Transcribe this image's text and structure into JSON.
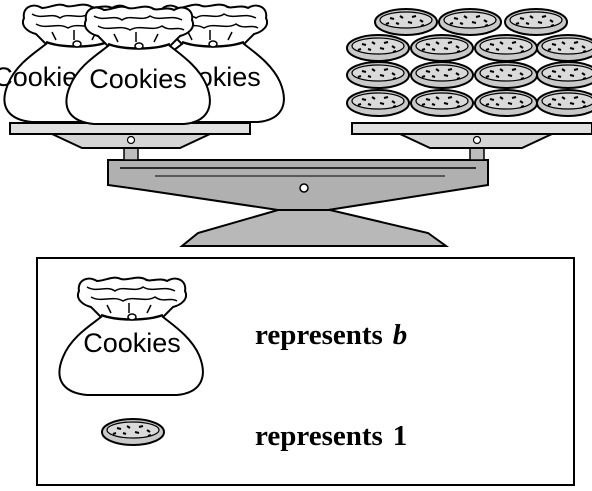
{
  "scale": {
    "left_pan": {
      "bag_count": 3,
      "bag_label": "Cookies"
    },
    "right_pan": {
      "cookie_rows": [
        3,
        4,
        4,
        4
      ]
    }
  },
  "legend": {
    "bag": {
      "icon": "cookie-bag-icon",
      "label": "Cookies",
      "text": "represents",
      "variable": "b"
    },
    "cookie": {
      "icon": "cookie-icon",
      "text": "represents",
      "value": "1"
    }
  }
}
